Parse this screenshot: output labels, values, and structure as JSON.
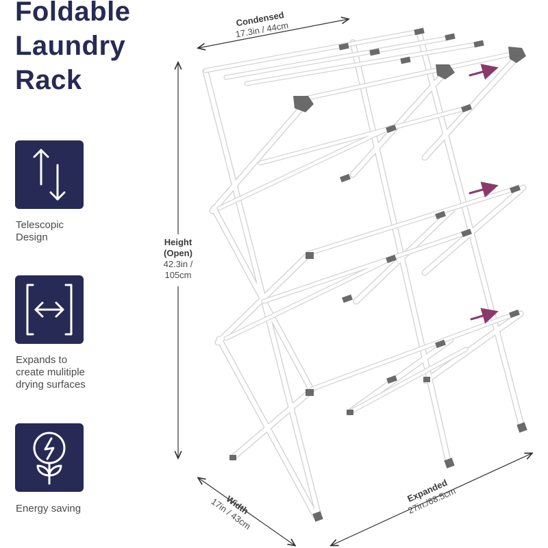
{
  "title": {
    "line1": "Foldable",
    "line2": "Laundry",
    "line3": "Rack"
  },
  "features": [
    {
      "icon": "up-down-arrows-icon",
      "label_line1": "Telescopic",
      "label_line2": "Design"
    },
    {
      "icon": "expand-horizontal-icon",
      "label_line1": "Expands to",
      "label_line2": "create mulitiple",
      "label_line3": "drying surfaces"
    },
    {
      "icon": "energy-lightbulb-plant-icon",
      "label_line1": "Energy saving"
    }
  ],
  "dimensions": {
    "condensed": {
      "label": "Condensed",
      "value": "17.3in / 44cm"
    },
    "height": {
      "label_line1": "Height",
      "label_line2": "(Open)",
      "value_line1": "42.3in /",
      "value_line2": "105cm"
    },
    "width": {
      "label": "Width",
      "value": "17in / 43cm"
    },
    "expanded": {
      "label": "Expanded",
      "value": "27in./68.5cm"
    }
  },
  "colors": {
    "brand_navy": "#262a54",
    "rack_white": "#ffffff",
    "rack_outline": "#cfcfcf",
    "connector_gray": "#6a6a6a",
    "arrow_purple": "#8a3a6a"
  }
}
